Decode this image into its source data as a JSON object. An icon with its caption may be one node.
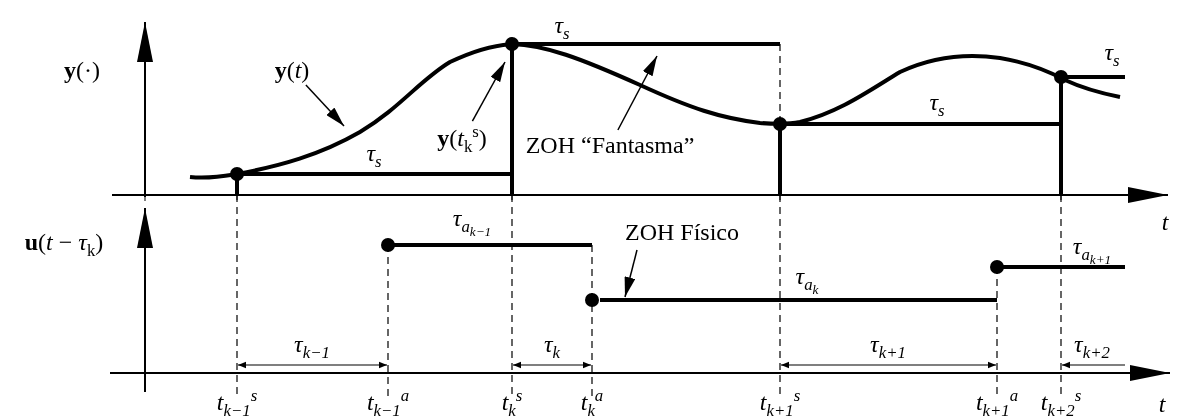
{
  "diagram": {
    "nodes": [
      {
        "text": [
          "**y**(*t*)"
        ]
      },
      {
        "text": [
          "**y**(*t*$_{k}$$^{s}$)"
        ]
      },
      {
        "text": [
          "ZOH “Fantasma”"
        ]
      },
      {
        "text": [
          "ZOH Físico"
        ]
      },
      {
        "text": [],
        "shape": "bar"
      }
    ],
    "edges": [
      {
        "from": 0,
        "to": null,
        "arrow": "to"
      },
      {
        "from": 1,
        "to": null,
        "arrow": "to"
      },
      {
        "from": 2,
        "to": null,
        "arrow": "to"
      },
      {
        "from": 3,
        "to": 4,
        "arrow": "to"
      }
    ],
    "labels": [
      "**y**(·)",
      "τ$_{s}$",
      "τ$_{s}$",
      "τ$_{s}$",
      "τ$_{s}$",
      "t",
      "**u**(*t* − *τ*$_{k}$)",
      "τ$_{a}$$_{k−1}$",
      "τ$_{a}$$_{k+1}$",
      "τ$_{a}$$_{k}$",
      "τ$_{k−1}$",
      "τ$_{k}$",
      "τ$_{k+1}$",
      "τ$_{k+2}$",
      "t$_{k−1}$$^{s}$",
      "t$_{k−1}$$^{a}$",
      "t$_{k}$$^{s}$",
      "t$_{k}$$^{a}$",
      "t$_{k+1}$$^{s}$",
      "t$_{k+1}$$^{a}$",
      "t$_{k+2}$$^{s}$",
      "t"
    ]
  }
}
